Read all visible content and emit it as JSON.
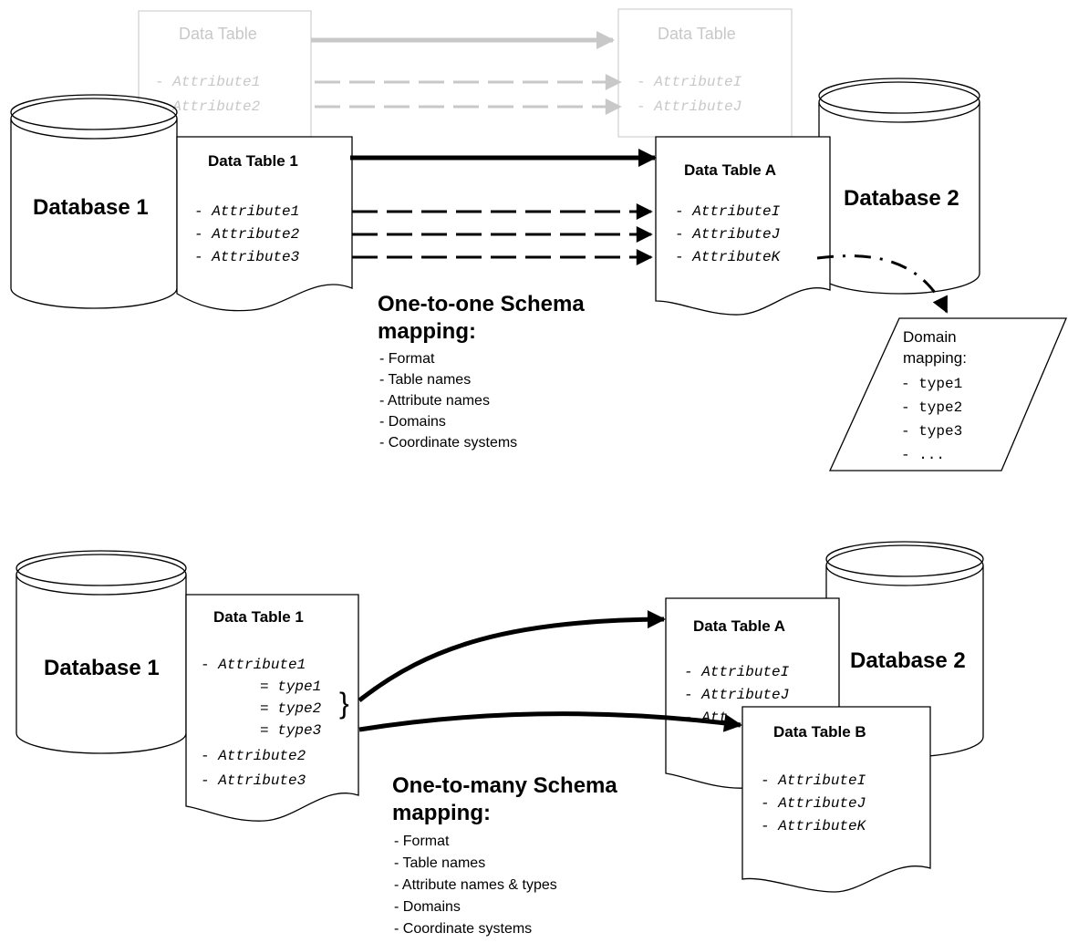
{
  "top": {
    "faded_left_title": "Data Table",
    "faded_left_attrs": [
      "- Attribute1",
      "- Attribute2"
    ],
    "faded_right_title": "Data Table",
    "faded_right_attrs": [
      "- AttributeI",
      "- AttributeJ"
    ],
    "db1": "Database 1",
    "db2": "Database 2",
    "table1_title": "Data Table 1",
    "table1_attrs": [
      "- Attribute1",
      "- Attribute2",
      "- Attribute3"
    ],
    "tableA_title": "Data Table A",
    "tableA_attrs": [
      "- AttributeI",
      "- AttributeJ",
      "- AttributeK"
    ],
    "mapping_title": [
      "One-to-one Schema",
      "mapping:"
    ],
    "mapping_items": [
      "- Format",
      "- Table names",
      "- Attribute names",
      "- Domains",
      "- Coordinate systems"
    ],
    "domain_box": {
      "title": [
        "Domain",
        "mapping:"
      ],
      "items": [
        "- type1",
        "- type2",
        "- type3",
        "- ..."
      ]
    }
  },
  "bottom": {
    "db1": "Database 1",
    "db2": "Database 2",
    "table1_title": "Data Table 1",
    "table1_lines": [
      "- Attribute1",
      "= type1",
      "= type2",
      "= type3",
      "- Attribute2",
      "- Attribute3"
    ],
    "brace": "}",
    "tableA_title": "Data Table A",
    "tableA_attrs": [
      "- AttributeI",
      "- AttributeJ",
      "- Att"
    ],
    "tableB_title": "Data Table B",
    "tableB_attrs": [
      "- AttributeI",
      "- AttributeJ",
      "- AttributeK"
    ],
    "mapping_title": [
      "One-to-many Schema",
      "mapping:"
    ],
    "mapping_items": [
      "- Format",
      "- Table names",
      "- Attribute names & types",
      "- Domains",
      "- Coordinate systems"
    ]
  }
}
